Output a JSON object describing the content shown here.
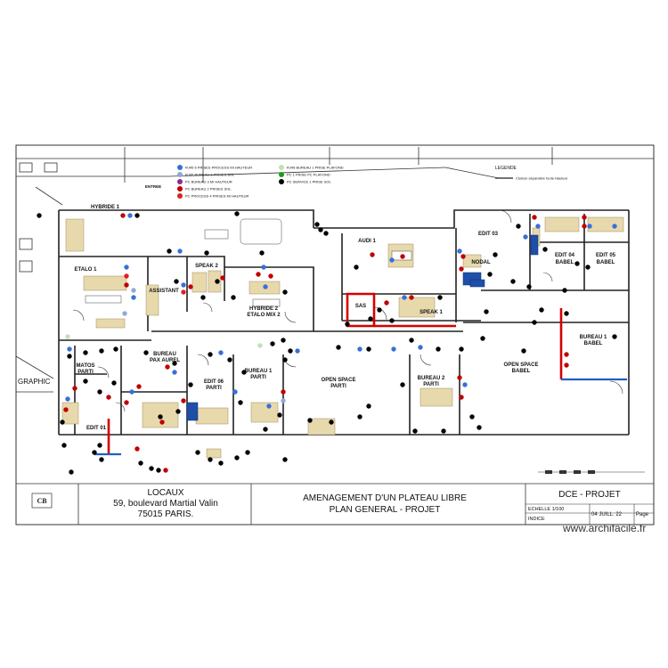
{
  "rooms": {
    "hybride_1": "HYBRIDE 1",
    "etalo_1": "ETALO 1",
    "assistant": "ASSISTANT",
    "speak_2": "SPEAK 2",
    "hybride_2": "HYBRIDE 2",
    "etalo_mix_2": "ETALO MIX 2",
    "audi_1": "AUDI 1",
    "sas": "SAS",
    "speak_1": "SPEAK 1",
    "edit_03": "EDIT 03",
    "nodal": "NODAL",
    "edit_04": "EDIT 04",
    "edit_04_sub": "BABEL",
    "edit_05": "EDIT 05",
    "edit_05_sub": "BABEL",
    "bureau_1_babel": "BUREAU 1",
    "bureau_1_babel_sub": "BABEL",
    "open_space_babel": "OPEN SPACE",
    "open_space_babel_sub": "BABEL",
    "matos": "MATOS",
    "matos_sub": "PARTI",
    "bureau_pax": "BUREAU",
    "bureau_pax_sub": "PAX AUREL",
    "edit_06": "EDIT 06",
    "edit_06_sub": "PARTI",
    "bureau_1_parti": "BUREAU 1",
    "bureau_1_parti_sub": "PARTI",
    "open_space_parti": "OPEN SPACE",
    "open_space_parti_sub": "PARTI",
    "bureau_2_parti": "BUREAU 2",
    "bureau_2_parti_sub": "PARTI",
    "edit_01": "EDIT 01",
    "graphic": "GRAPHIC",
    "entree": "ENTREE",
    "legende": "LEGENDE"
  },
  "legend": [
    {
      "label": "RJ45 6 PRISES PROCESS MI HAUTEUR",
      "color": "#3a6fd8"
    },
    {
      "label": "RJ45 BUREAU 3 PRISES SOL",
      "color": "#8ea9db"
    },
    {
      "label": "PC BUREAU 3 MI HAUTEUR",
      "color": "#8e2a8e"
    },
    {
      "label": "PC BUREAU 2 PRISES SOL",
      "color": "#c00000"
    },
    {
      "label": "PC PROCESS 4 PRISES MI HAUTEUR",
      "color": "#e02020"
    },
    {
      "label": "RJ45 BUREAU 1 PRISE PLAFOND",
      "color": "#bde3b5"
    },
    {
      "label": "PC 1 PRISE PC PLAFOND",
      "color": "#1a9e1a"
    },
    {
      "label": "PC SERVICE 1 PRISE SOL",
      "color": "#000000"
    }
  ],
  "legend_note": "Cloison séparative toute Hauteur",
  "title_block": {
    "firm": "CB",
    "locaux_title": "LOCAUX",
    "address_line1": "59, boulevard Martial Valin",
    "address_line2": "75015 PARIS.",
    "project_line1": "AMENAGEMENT D'UN PLATEAU LIBRE",
    "project_line2": "PLAN GENERAL - PROJET",
    "phase": "DCE - PROJET",
    "scale": "ECHELLE 1/100",
    "date": "04 JUILL. 22",
    "page": "Page",
    "index": "INDICE"
  },
  "watermark": "www.archifacile.fr",
  "colors": {
    "wall": "#222222",
    "partition_red": "#d40000",
    "partition_blue": "#1f5fbf",
    "furniture": "#e8d9ad",
    "equipment_blue": "#1f4fa8"
  }
}
